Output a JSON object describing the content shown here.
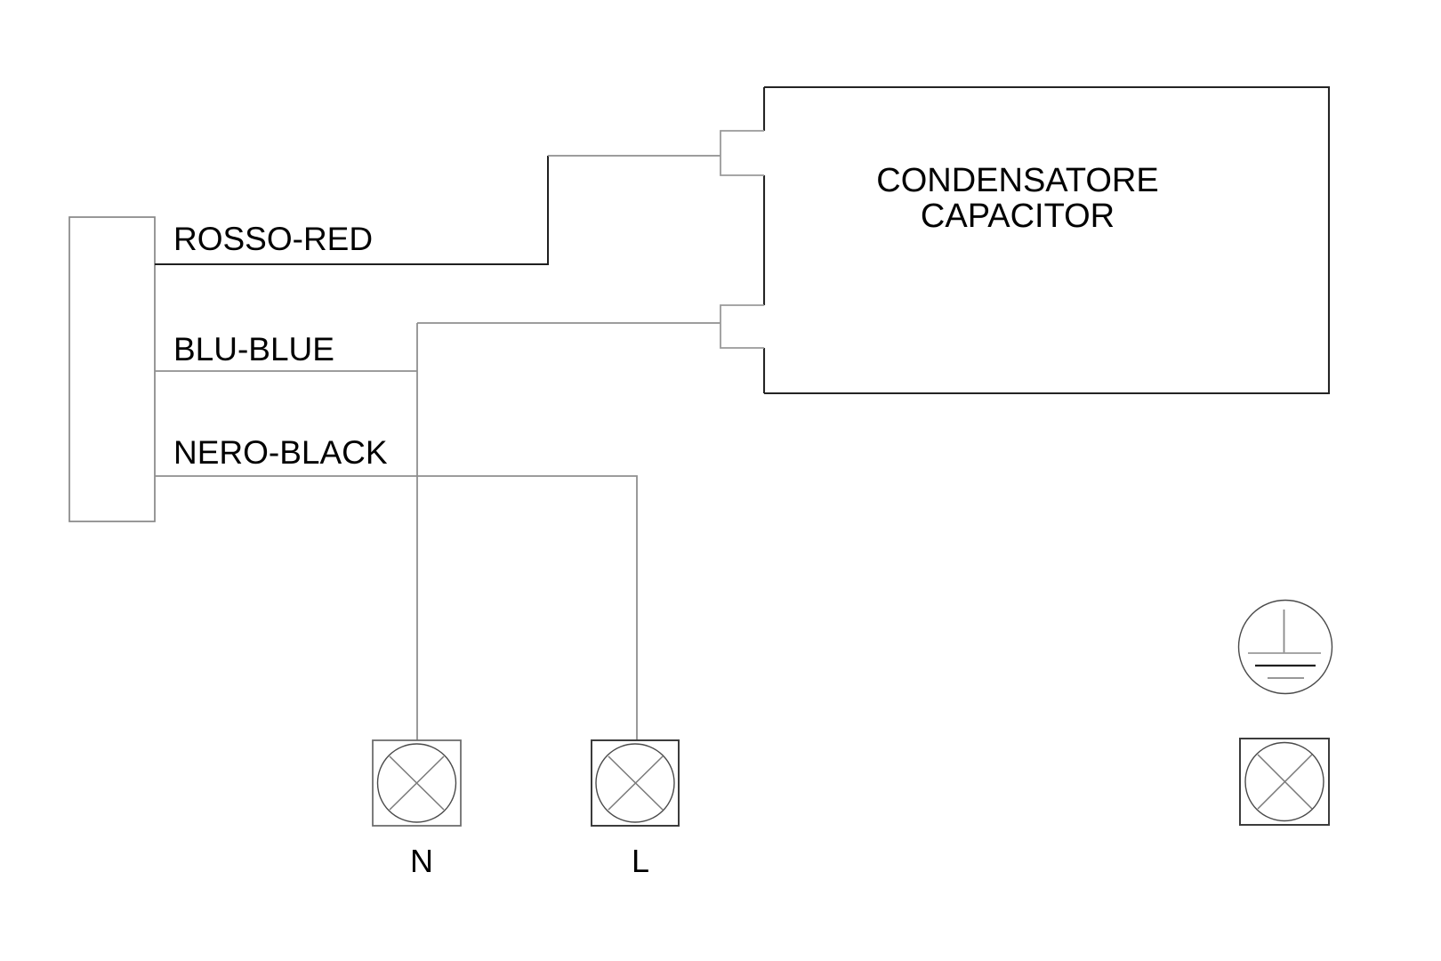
{
  "diagram": {
    "title": "capacitor wiring diagram",
    "wires": {
      "red_label": "ROSSO-RED",
      "blue_label": "BLU-BLUE",
      "black_label": "NERO-BLACK"
    },
    "capacitor": {
      "label_line1": "CONDENSATORE",
      "label_line2": "CAPACITOR"
    },
    "terminals": {
      "neutral_label": "N",
      "line_label": "L"
    },
    "icons": [
      "lamp-terminal-n-icon",
      "lamp-terminal-l-icon",
      "protective-earth-icon",
      "lamp-symbol-icon"
    ],
    "colors": {
      "background": "#ffffff",
      "line_dark": "#1f1f1f",
      "line_gray": "#8f8f8f",
      "text": "#000000"
    }
  }
}
